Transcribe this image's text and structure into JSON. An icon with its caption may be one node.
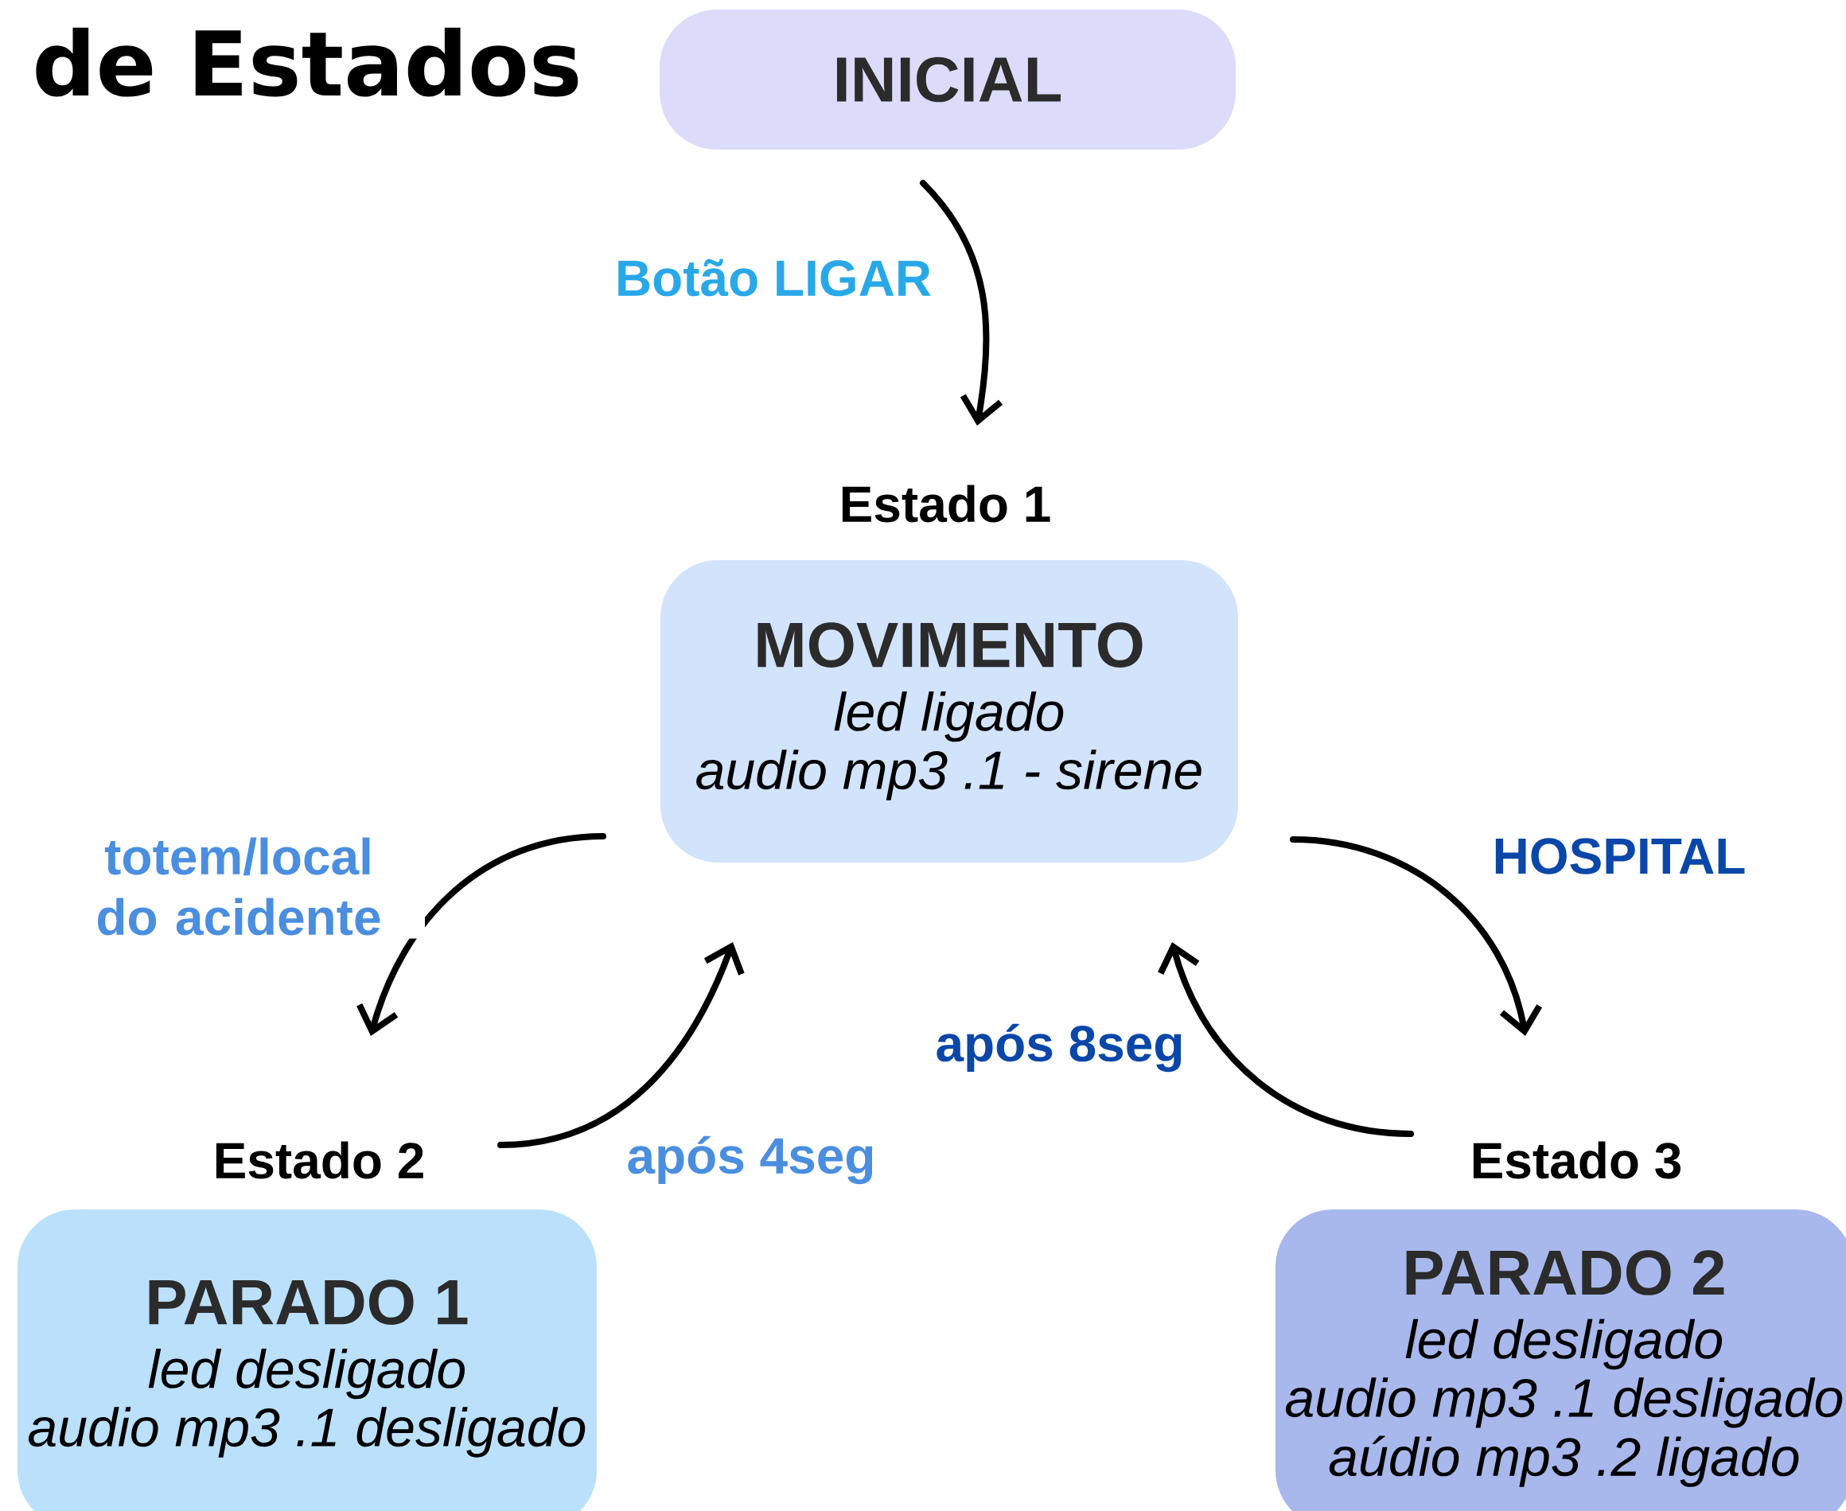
{
  "diagram": {
    "title": "de Estados",
    "nodes": [
      {
        "text": [
          "INICIAL"
        ]
      },
      {
        "text": [
          "MOVIMENTO",
          "led ligado",
          "audio mp3 .1 - sirene"
        ],
        "beside": [
          "Estado 1"
        ]
      },
      {
        "text": [
          "PARADO 1",
          "led desligado",
          "audio mp3 .1 desligado"
        ],
        "beside": [
          "Estado 2"
        ]
      },
      {
        "text": [
          "PARADO 2",
          "led desligado",
          "audio mp3 .1 desligado",
          "aúdio mp3 .2 ligado"
        ],
        "beside": [
          "Estado 3"
        ]
      }
    ],
    "edges": [
      {
        "from": 0,
        "to": 1,
        "arrow": "to",
        "label": "Botão LIGAR"
      },
      {
        "from": 1,
        "to": 2,
        "arrow": "to",
        "label": "totem/local do acidente"
      },
      {
        "from": 2,
        "to": 1,
        "arrow": "to",
        "label": "após 4seg"
      },
      {
        "from": 1,
        "to": 3,
        "arrow": "to",
        "label": "HOSPITAL"
      },
      {
        "from": 3,
        "to": 1,
        "arrow": "to",
        "label": "após 8seg"
      }
    ]
  }
}
